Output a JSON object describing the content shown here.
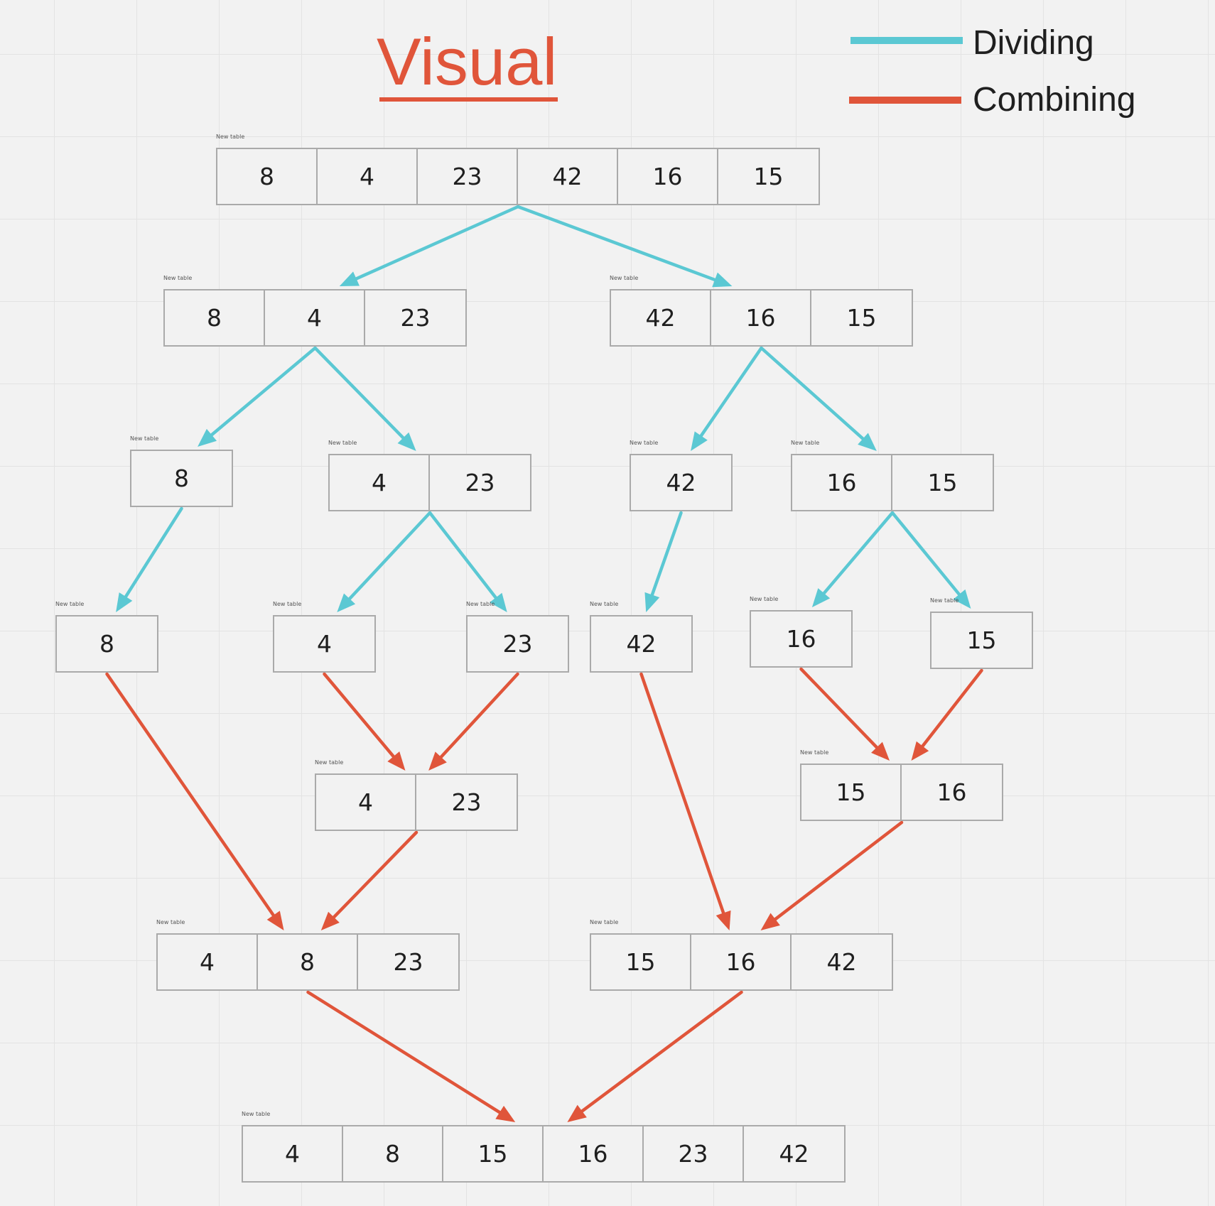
{
  "title": "Visual",
  "legend": [
    {
      "label": "Dividing",
      "color": "#5bc8d3"
    },
    {
      "label": "Combining",
      "color": "#e0553a"
    }
  ],
  "table_label": "New table",
  "tables": [
    {
      "id": "t0",
      "values": [
        "8",
        "4",
        "23",
        "42",
        "16",
        "15"
      ]
    },
    {
      "id": "t1a",
      "values": [
        "8",
        "4",
        "23"
      ]
    },
    {
      "id": "t1b",
      "values": [
        "42",
        "16",
        "15"
      ]
    },
    {
      "id": "t2a",
      "values": [
        "8"
      ]
    },
    {
      "id": "t2b",
      "values": [
        "4",
        "23"
      ]
    },
    {
      "id": "t2c",
      "values": [
        "42"
      ]
    },
    {
      "id": "t2d",
      "values": [
        "16",
        "15"
      ]
    },
    {
      "id": "t3a",
      "values": [
        "8"
      ]
    },
    {
      "id": "t3b",
      "values": [
        "4"
      ]
    },
    {
      "id": "t3c",
      "values": [
        "23"
      ]
    },
    {
      "id": "t3d",
      "values": [
        "42"
      ]
    },
    {
      "id": "t3e",
      "values": [
        "16"
      ]
    },
    {
      "id": "t3f",
      "values": [
        "15"
      ]
    },
    {
      "id": "t4a",
      "values": [
        "4",
        "23"
      ]
    },
    {
      "id": "t4b",
      "values": [
        "15",
        "16"
      ]
    },
    {
      "id": "t5a",
      "values": [
        "4",
        "8",
        "23"
      ]
    },
    {
      "id": "t5b",
      "values": [
        "15",
        "16",
        "42"
      ]
    },
    {
      "id": "t6",
      "values": [
        "4",
        "8",
        "15",
        "16",
        "23",
        "42"
      ]
    }
  ],
  "edges": [
    {
      "from": "t0",
      "to": "t1a",
      "kind": "Dividing"
    },
    {
      "from": "t0",
      "to": "t1b",
      "kind": "Dividing"
    },
    {
      "from": "t1a",
      "to": "t2a",
      "kind": "Dividing"
    },
    {
      "from": "t1a",
      "to": "t2b",
      "kind": "Dividing"
    },
    {
      "from": "t1b",
      "to": "t2c",
      "kind": "Dividing"
    },
    {
      "from": "t1b",
      "to": "t2d",
      "kind": "Dividing"
    },
    {
      "from": "t2a",
      "to": "t3a",
      "kind": "Dividing"
    },
    {
      "from": "t2b",
      "to": "t3b",
      "kind": "Dividing"
    },
    {
      "from": "t2b",
      "to": "t3c",
      "kind": "Dividing"
    },
    {
      "from": "t2c",
      "to": "t3d",
      "kind": "Dividing"
    },
    {
      "from": "t2d",
      "to": "t3e",
      "kind": "Dividing"
    },
    {
      "from": "t2d",
      "to": "t3f",
      "kind": "Dividing"
    },
    {
      "from": "t3b",
      "to": "t4a",
      "kind": "Combining"
    },
    {
      "from": "t3c",
      "to": "t4a",
      "kind": "Combining"
    },
    {
      "from": "t3e",
      "to": "t4b",
      "kind": "Combining"
    },
    {
      "from": "t3f",
      "to": "t4b",
      "kind": "Combining"
    },
    {
      "from": "t3a",
      "to": "t5a",
      "kind": "Combining"
    },
    {
      "from": "t4a",
      "to": "t5a",
      "kind": "Combining"
    },
    {
      "from": "t3d",
      "to": "t5b",
      "kind": "Combining"
    },
    {
      "from": "t4b",
      "to": "t5b",
      "kind": "Combining"
    },
    {
      "from": "t5a",
      "to": "t6",
      "kind": "Combining"
    },
    {
      "from": "t5b",
      "to": "t6",
      "kind": "Combining"
    }
  ]
}
